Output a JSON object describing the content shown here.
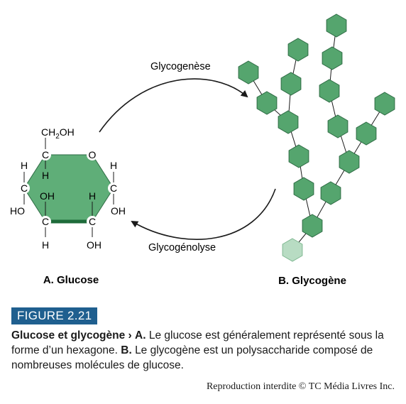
{
  "diagram": {
    "arrow_top_label": "Glycogenèse",
    "arrow_bottom_label": "Glycogénolyse",
    "glucose": {
      "label": "A. Glucose",
      "atoms": {
        "ch2oh_prefix": "CH",
        "ch2oh_sub": "2",
        "ch2oh_suffix": "OH",
        "c": "C",
        "o": "O",
        "h": "H",
        "oh": "OH",
        "ho": "HO"
      }
    },
    "glycogen": {
      "label": "B. Glycogène"
    },
    "colors": {
      "hex_fill": "#5fae78",
      "hex_stroke": "#2e6b44",
      "glycogen_fill": "#55a56e",
      "faded_fill": "#b8dcc3"
    }
  },
  "figure": {
    "badge": "FIGURE 2.21",
    "caption_title": "Glucose et glycogène",
    "caption_arrow": "›",
    "caption_a_label": "A.",
    "caption_a_text": "Le glucose est généralement représenté sous la forme d’un hexagone.",
    "caption_b_label": "B.",
    "caption_b_text": "Le glycogène est un polysaccharide composé de nombreuses molécules de glucose."
  },
  "credit": "Reproduction interdite © TC Média Livres Inc."
}
